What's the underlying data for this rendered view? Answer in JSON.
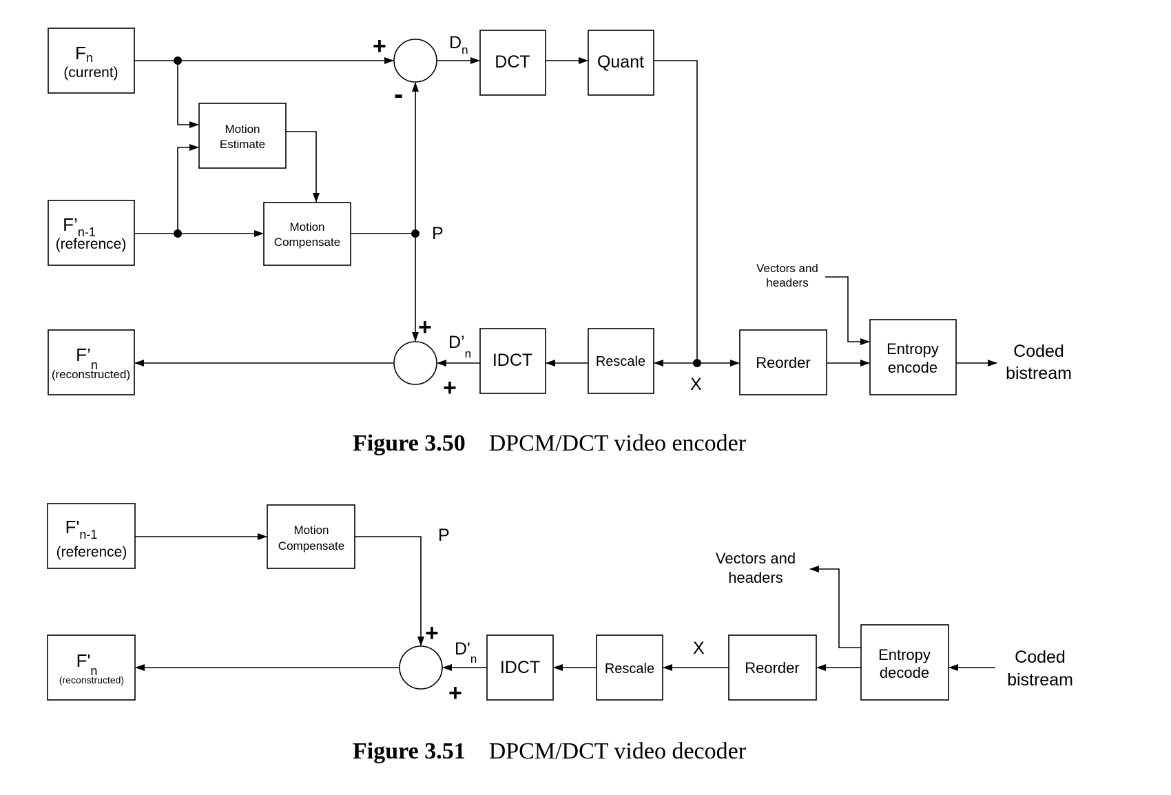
{
  "encoder": {
    "fn": {
      "main": "F",
      "sub": "n",
      "line2": "(current)"
    },
    "fref": {
      "main": "F’",
      "sub": "n-1",
      "line2": "(reference)"
    },
    "frec": {
      "main": "F’",
      "sub": "n",
      "line2": "(reconstructed)"
    },
    "motion_estimate": {
      "line1": "Motion",
      "line2": "Estimate"
    },
    "motion_compensate": {
      "line1": "Motion",
      "line2": "Compensate"
    },
    "dct": "DCT",
    "quant": "Quant",
    "idct": "IDCT",
    "rescale": "Rescale",
    "reorder": "Reorder",
    "entropy": {
      "line1": "Entropy",
      "line2": "encode"
    },
    "vectors": {
      "line1": "Vectors and",
      "line2": "headers"
    },
    "coded": {
      "line1": "Coded",
      "line2": "bistream"
    },
    "dn": {
      "main": "D",
      "sub": "n"
    },
    "dpn": {
      "main": "D’",
      "sub": "n"
    },
    "p": "P",
    "x": "X",
    "plus": "+",
    "minus": "-"
  },
  "caption1": {
    "num": "Figure 3.50",
    "text": "DPCM/DCT video encoder"
  },
  "decoder": {
    "fref": {
      "main": "F'",
      "sub": "n-1",
      "line2": "(reference)"
    },
    "frec": {
      "main": "F'",
      "sub": "n",
      "line2": "(reconstructed)"
    },
    "motion_compensate": {
      "line1": "Motion",
      "line2": "Compensate"
    },
    "idct": "IDCT",
    "rescale": "Rescale",
    "reorder": "Reorder",
    "entropy": {
      "line1": "Entropy",
      "line2": "decode"
    },
    "vectors": {
      "line1": "Vectors and",
      "line2": "headers"
    },
    "coded": {
      "line1": "Coded",
      "line2": "bistream"
    },
    "dpn": {
      "main": "D'",
      "sub": "n"
    },
    "p": "P",
    "x": "X",
    "plus": "+"
  },
  "caption2": {
    "num": "Figure 3.51",
    "text": "DPCM/DCT video decoder"
  }
}
